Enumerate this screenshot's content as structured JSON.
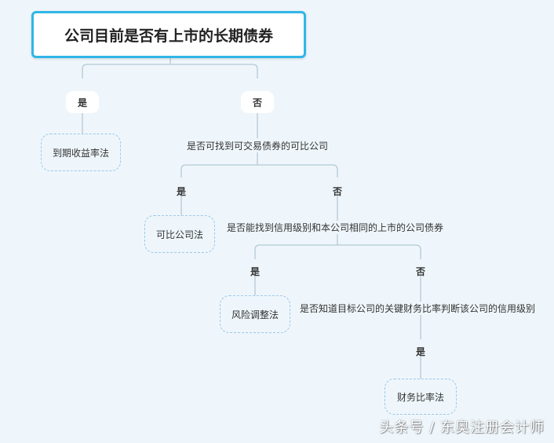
{
  "root": {
    "title": "公司目前是否有上市的长期债券"
  },
  "branches": {
    "yes_label": "是",
    "no_label": "否"
  },
  "nodes": {
    "ytm_method": "到期收益率法",
    "question_1": "是否可找到可交易债券的可比公司",
    "comparable_method": "可比公司法",
    "question_2": "是否能找到信用级别和本公司相同的上市的公司债券",
    "risk_adjust_method": "风险调整法",
    "question_3": "是否知道目标公司的关键财务比率判断该公司的信用级别",
    "ratio_method": "财务比率法"
  },
  "watermark": "头条号 / 东奥注册会计师",
  "colors": {
    "background": "#eef6fb",
    "root_border": "#30b6e8",
    "connector": "#b5c9d3",
    "leaf_border": "#9cc8e8"
  }
}
